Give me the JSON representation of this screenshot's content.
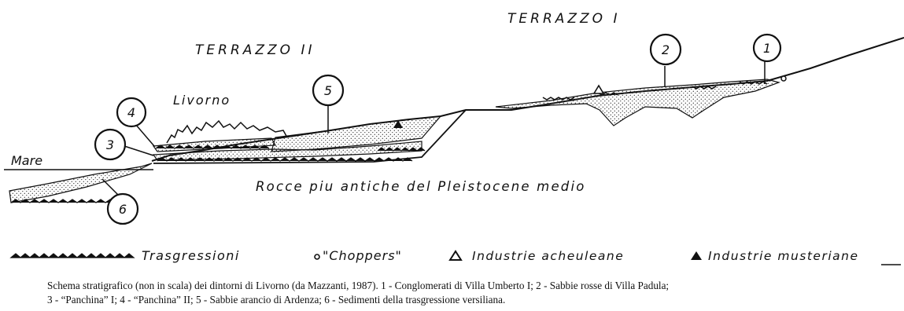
{
  "labels": {
    "terrazzo_1": "TERRAZZO I",
    "terrazzo_2": "TERRAZZO II",
    "livorno": "Livorno",
    "mare": "Mare",
    "rocce": "Rocce piu antiche del Pleistocene medio"
  },
  "markers": [
    "1",
    "2",
    "3",
    "4",
    "5",
    "6"
  ],
  "legend": {
    "trasgressioni": "Trasgressioni",
    "choppers": "\"Choppers\"",
    "acheuleane": "Industrie acheuleane",
    "musteriane": "Industrie musteriane"
  },
  "caption": {
    "line1": "Schema stratigrafico (non in scala) dei dintorni di Livorno (da Mazzanti, 1987). 1 - Conglomerati di Villa Umberto I; 2 - Sabbie rosse di Villa Padula;",
    "line2": "3 - “Panchina” I; 4 - “Panchina” II; 5 - Sabbie arancio di Ardenza; 6 - Sedimenti della trasgressione versiliana."
  }
}
